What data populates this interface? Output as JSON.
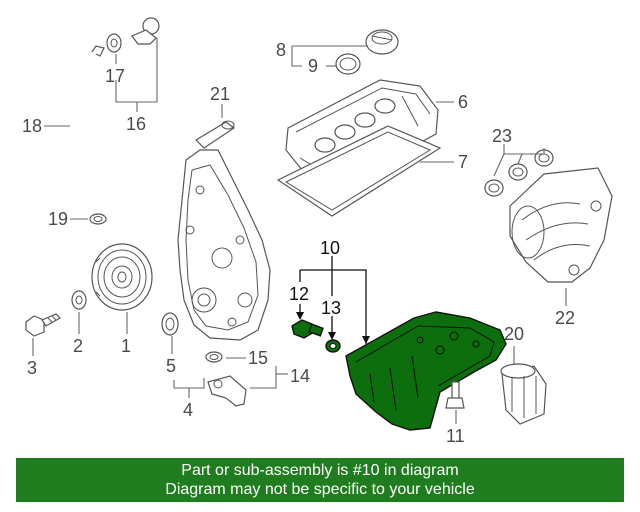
{
  "colors": {
    "highlight_part": "#0d6e0d",
    "banner_background": "#1f7d1f",
    "banner_text": "#ffffff",
    "callout_text": "#4a4a4a"
  },
  "callouts": {
    "c1": "1",
    "c2": "2",
    "c3": "3",
    "c4": "4",
    "c5": "5",
    "c6": "6",
    "c7": "7",
    "c8": "8",
    "c9": "9",
    "c10": "10",
    "c11": "11",
    "c12": "12",
    "c13": "13",
    "c14": "14",
    "c15": "15",
    "c16": "16",
    "c17": "17",
    "c18": "18",
    "c19": "19",
    "c20": "20",
    "c21": "21",
    "c22": "22",
    "c23": "23"
  },
  "highlighted_callouts": [
    "10",
    "12",
    "13"
  ],
  "banner": {
    "line1": "Part or sub-assembly is #10 in diagram",
    "line2": "Diagram may not be specific to your vehicle"
  }
}
